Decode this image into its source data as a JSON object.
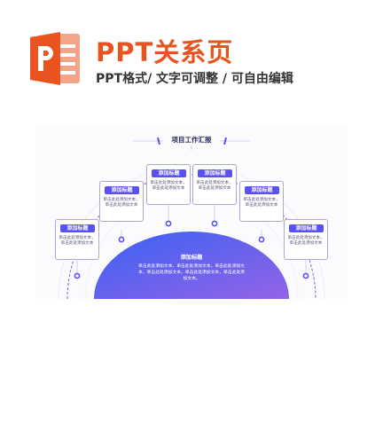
{
  "header": {
    "title": "PPT关系页",
    "subtitle": "PPT格式/ 文字可调整 / 可自由编辑",
    "brand_color": "#e8531f"
  },
  "slide": {
    "title": "项目工作汇报",
    "cards": [
      {
        "label": "添加标题",
        "text": "单击此处添加文本，单击此处添加文本"
      },
      {
        "label": "添加标题",
        "text": "单击此处添加文本，单击此处添加文本"
      },
      {
        "label": "添加标题",
        "text": "单击此处添加文本，单击此处添加文本"
      },
      {
        "label": "添加标题",
        "text": "单击此处添加文本，单击此处添加文本"
      },
      {
        "label": "添加标题",
        "text": "单击此处添加文本，单击此处添加文本"
      },
      {
        "label": "添加标题",
        "text": "单击此处添加文本，单击此处添加文本"
      }
    ],
    "dome": {
      "title": "添加标题",
      "text": "单击此处添加文本，单击此处添加文本，单击此处添加文本，单击此处添加文本，单击此处添加文本，单击此处添加文本。"
    },
    "colors": {
      "accent": "#5a4ff0",
      "dome_start": "#3a62f5",
      "dome_end": "#8a63e8"
    }
  }
}
